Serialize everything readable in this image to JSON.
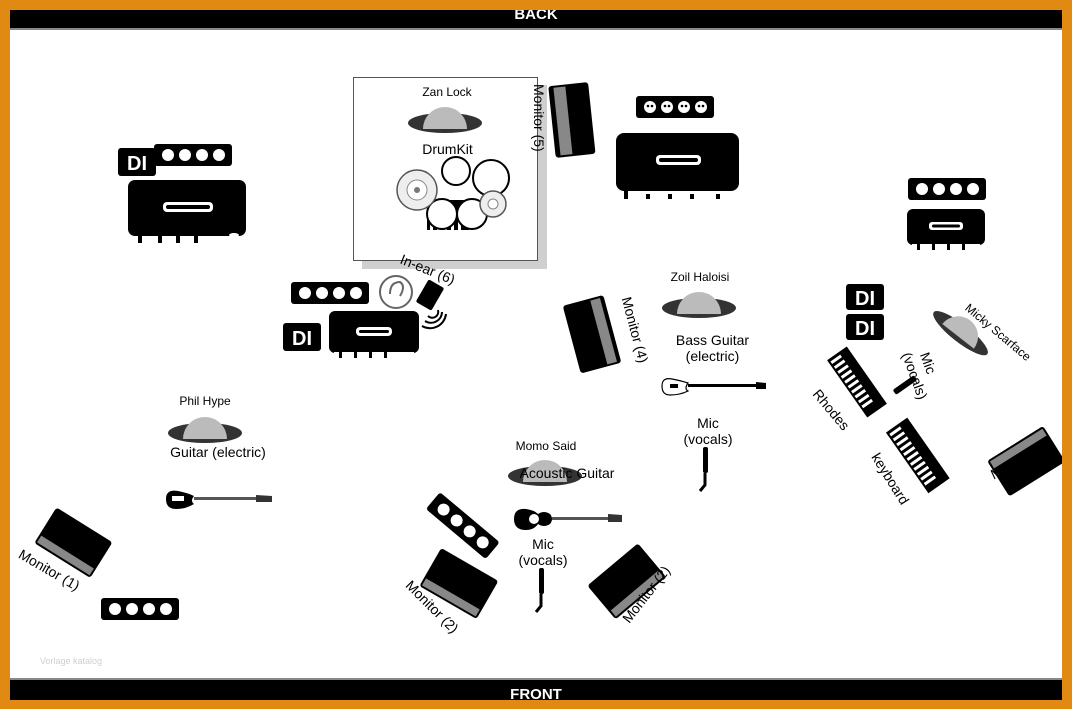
{
  "stage": {
    "back_label": "BACK",
    "front_label": "FRONT",
    "watermark": "Vorlage katalog"
  },
  "musicians": {
    "zan": {
      "name": "Zan Lock",
      "instrument": "DrumKit",
      "inear": "In-ear (6)"
    },
    "zoil": {
      "name": "Zoil Haloisi",
      "instrument_line1": "Bass Guitar",
      "instrument_line2": "(electric)"
    },
    "phil": {
      "name": "Phil Hype",
      "instrument": "Guitar (electric)"
    },
    "momo": {
      "name": "Momo Said",
      "instrument": "Acoustic Guitar"
    },
    "micky": {
      "name": "Micky Scarface"
    }
  },
  "mics": {
    "center": {
      "line1": "Mic",
      "line2": "(vocals)"
    },
    "bass": {
      "line1": "Mic",
      "line2": "(vocals)"
    },
    "right": {
      "line1": "Mic",
      "line2": "(vocals)"
    }
  },
  "monitors": {
    "m1": "Monitor (1)",
    "m2a": "Monitor (2)",
    "m2b": "Monitor (2)",
    "m3": "Monitor (3)",
    "m4": "Monitor (4)",
    "m5": "Monitor (5)"
  },
  "keys": {
    "rhodes": "Rhodes",
    "keyboard": "keyboard"
  },
  "di": {
    "label": "DI"
  }
}
